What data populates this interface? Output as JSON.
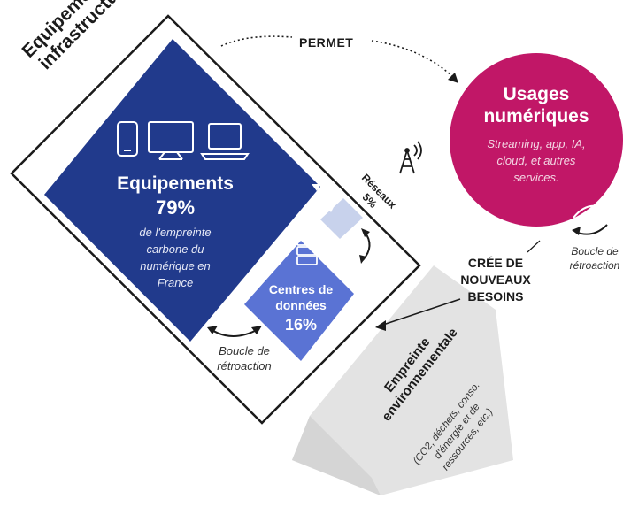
{
  "colors": {
    "equipements_box": "#213a8c",
    "centres_box": "#5a73d4",
    "reseaux_box": "#c8d2ec",
    "usages_circle": "#c11767",
    "empreinte_band": "#e3e3e3",
    "outline": "#1b1b1b"
  },
  "side_title": {
    "line1": "Equipements et",
    "line2": "infrastructures"
  },
  "permet_label": "PERMET",
  "usages": {
    "title_line1": "Usages",
    "title_line2": "numériques",
    "sub_line1": "Streaming, app, IA,",
    "sub_line2": "cloud, et autres",
    "sub_line3": "services."
  },
  "boucle_right": {
    "line1": "Boucle de",
    "line2": "rétroaction"
  },
  "cree_label": {
    "line1": "CRÉE DE",
    "line2": "NOUVEAUX",
    "line3": "BESOINS"
  },
  "equipements": {
    "title": "Equipements",
    "percent": "79%",
    "desc_line1": "de l'empreinte",
    "desc_line2": "carbone du",
    "desc_line3": "numérique en",
    "desc_line4": "France"
  },
  "reseaux": {
    "title": "Réseaux",
    "percent": "5%"
  },
  "centres": {
    "title_line1": "Centres de",
    "title_line2": "données",
    "percent": "16%"
  },
  "boucle_bottom": {
    "line1": "Boucle de",
    "line2": "rétroaction"
  },
  "empreinte": {
    "title_line1": "Empreinte",
    "title_line2": "environnementale",
    "sub_line1": "(CO2, déchets, conso.",
    "sub_line2": "d'énergie et de",
    "sub_line3": "ressources, etc.)"
  },
  "icons": [
    "smartphone-icon",
    "tv-icon",
    "laptop-icon",
    "antenna-icon",
    "server-icon",
    "refresh-arrows-icon",
    "double-arrow-icon"
  ]
}
